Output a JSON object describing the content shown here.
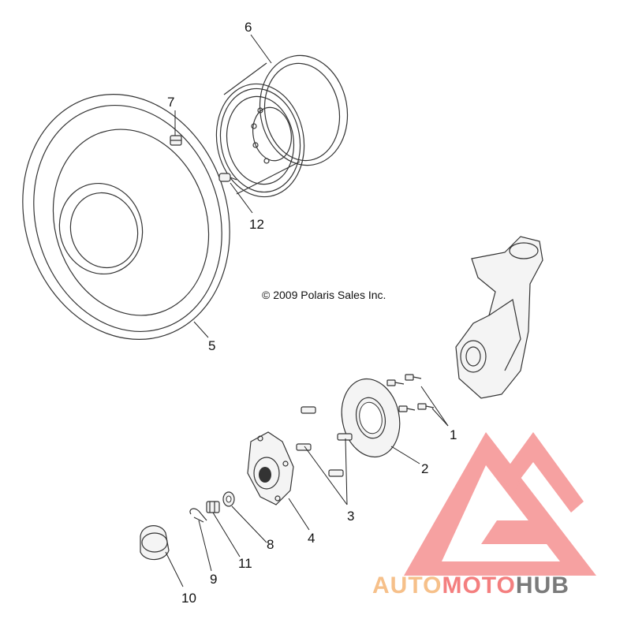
{
  "callouts": {
    "c1": "1",
    "c2": "2",
    "c3": "3",
    "c4": "4",
    "c5": "5",
    "c6": "6",
    "c7": "7",
    "c8": "8",
    "c9": "9",
    "c10": "10",
    "c11": "11",
    "c12": "12"
  },
  "copyright": "© 2009 Polaris Sales Inc.",
  "watermark": {
    "part1": "AUTO",
    "part2": "MOTO",
    "part3": "HUB",
    "colors": {
      "auto": "#f6c08a",
      "moto": "#f47f7f",
      "hub": "#7a7a7a",
      "logo": "#f58a8a"
    }
  }
}
